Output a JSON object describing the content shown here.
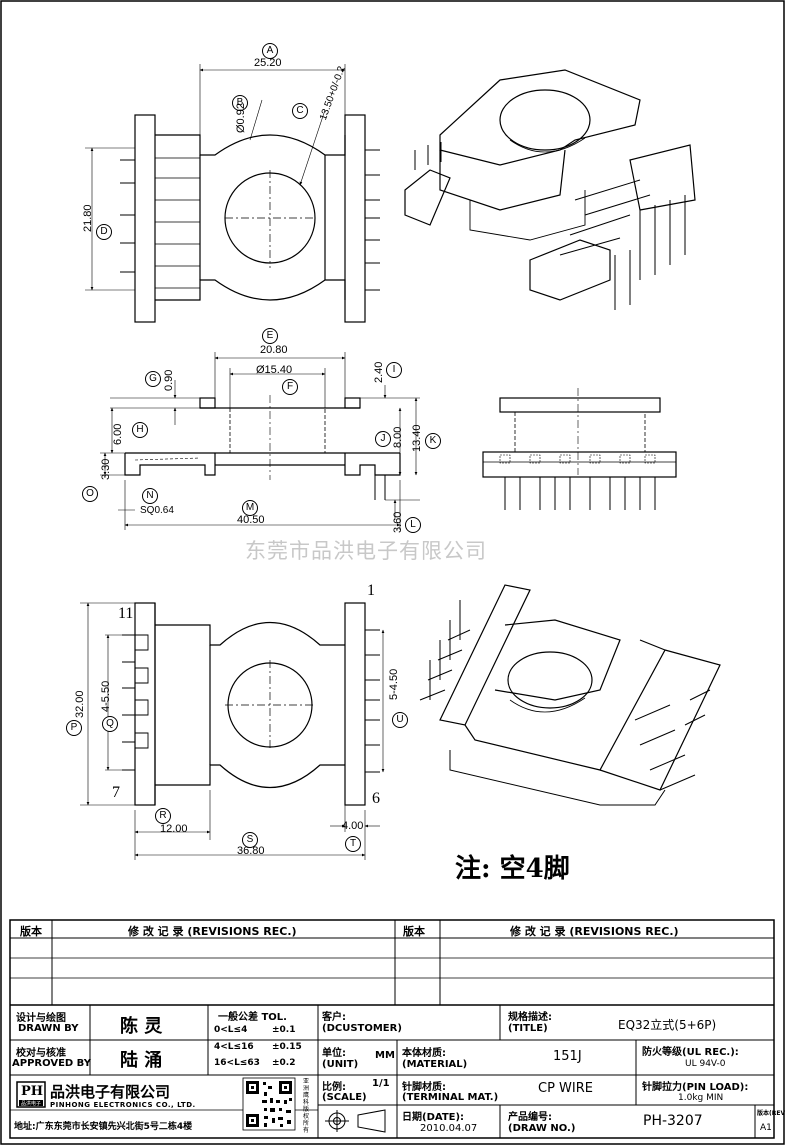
{
  "dims": {
    "A": "25.20",
    "B": "Ø0.92",
    "C": "13.50+0/-0.2",
    "D": "21.80",
    "E": "20.80",
    "F": "Ø15.40",
    "G": "0.90",
    "I": "2.40",
    "H": "6.00",
    "J": "8.00",
    "K": "13.40",
    "O": "3.30",
    "N": "SQ0.64",
    "M": "40.50",
    "L": "3.60",
    "P": "32.00",
    "Q": "4-5.50",
    "U": "5-4.50",
    "R": "12.00",
    "S": "36.80",
    "T": "4.00"
  },
  "callouts": [
    "A",
    "B",
    "C",
    "D",
    "E",
    "F",
    "G",
    "H",
    "I",
    "J",
    "K",
    "L",
    "M",
    "N",
    "O",
    "P",
    "Q",
    "R",
    "S",
    "T",
    "U"
  ],
  "pins": {
    "p1": "1",
    "p6": "6",
    "p7": "7",
    "p11": "11"
  },
  "watermark": "东莞市品洪电子有限公司",
  "note": "注: 空4脚",
  "rev": {
    "col1": "版本",
    "col2": "修 改 记 录 (REVISIONS REC.)",
    "col3": "版本",
    "col4": "修 改 记 录 (REVISIONS REC.)"
  },
  "tb": {
    "design_cn": "设计与绘图",
    "design_en": "DRAWN BY",
    "designer": "陈 灵",
    "check_cn": "校对与核准",
    "check_en": "APPROVED BY",
    "checker": "陆 涌",
    "tol_title": "一般公差 TOL.",
    "tol1": "0<L≤4",
    "tol1v": "±0.1",
    "tol2": "4<L≤16",
    "tol2v": "±0.15",
    "tol3": "16<L≤63",
    "tol3v": "±0.2",
    "cust_cn": "客户:",
    "cust_en": "(DCUSTOMER)",
    "unit_cn": "单位:",
    "unit_en": "(UNIT)",
    "unit": "MM",
    "scale_cn": "比例:",
    "scale_en": "(SCALE)",
    "scale": "1/1",
    "title_cn": "规格描述:",
    "title_en": "(TITLE)",
    "title": "EQ32立式(5+6P)",
    "mat_cn": "本体材质:",
    "mat_en": "(MATERIAL)",
    "material": "151J",
    "ul_cn": "防火等级(UL REC.):",
    "ul": "UL 94V-0",
    "term_cn": "针脚材质:",
    "term_en": "(TERMINAL MAT.)",
    "terminal": "CP WIRE",
    "load_cn": "针脚拉力(PIN LOAD):",
    "load": "1.0kg MIN",
    "date_cn": "日期(DATE):",
    "date": "2010.04.07",
    "dn_cn": "产品编号:",
    "dn_en": "(DRAW NO.)",
    "drawno": "PH-3207",
    "rev_cn": "版本(REV):",
    "rev": "A1",
    "company_cn": "品洪电子有限公司",
    "company_en": "PINHONG ELECTRONICS CO., LTD.",
    "logo": "PH",
    "logo_sub": "品洪电子",
    "address": "地址:广东东莞市长安镇先兴北街5号二栋4楼",
    "qr_text": "亚洲鹰科版权所有"
  }
}
